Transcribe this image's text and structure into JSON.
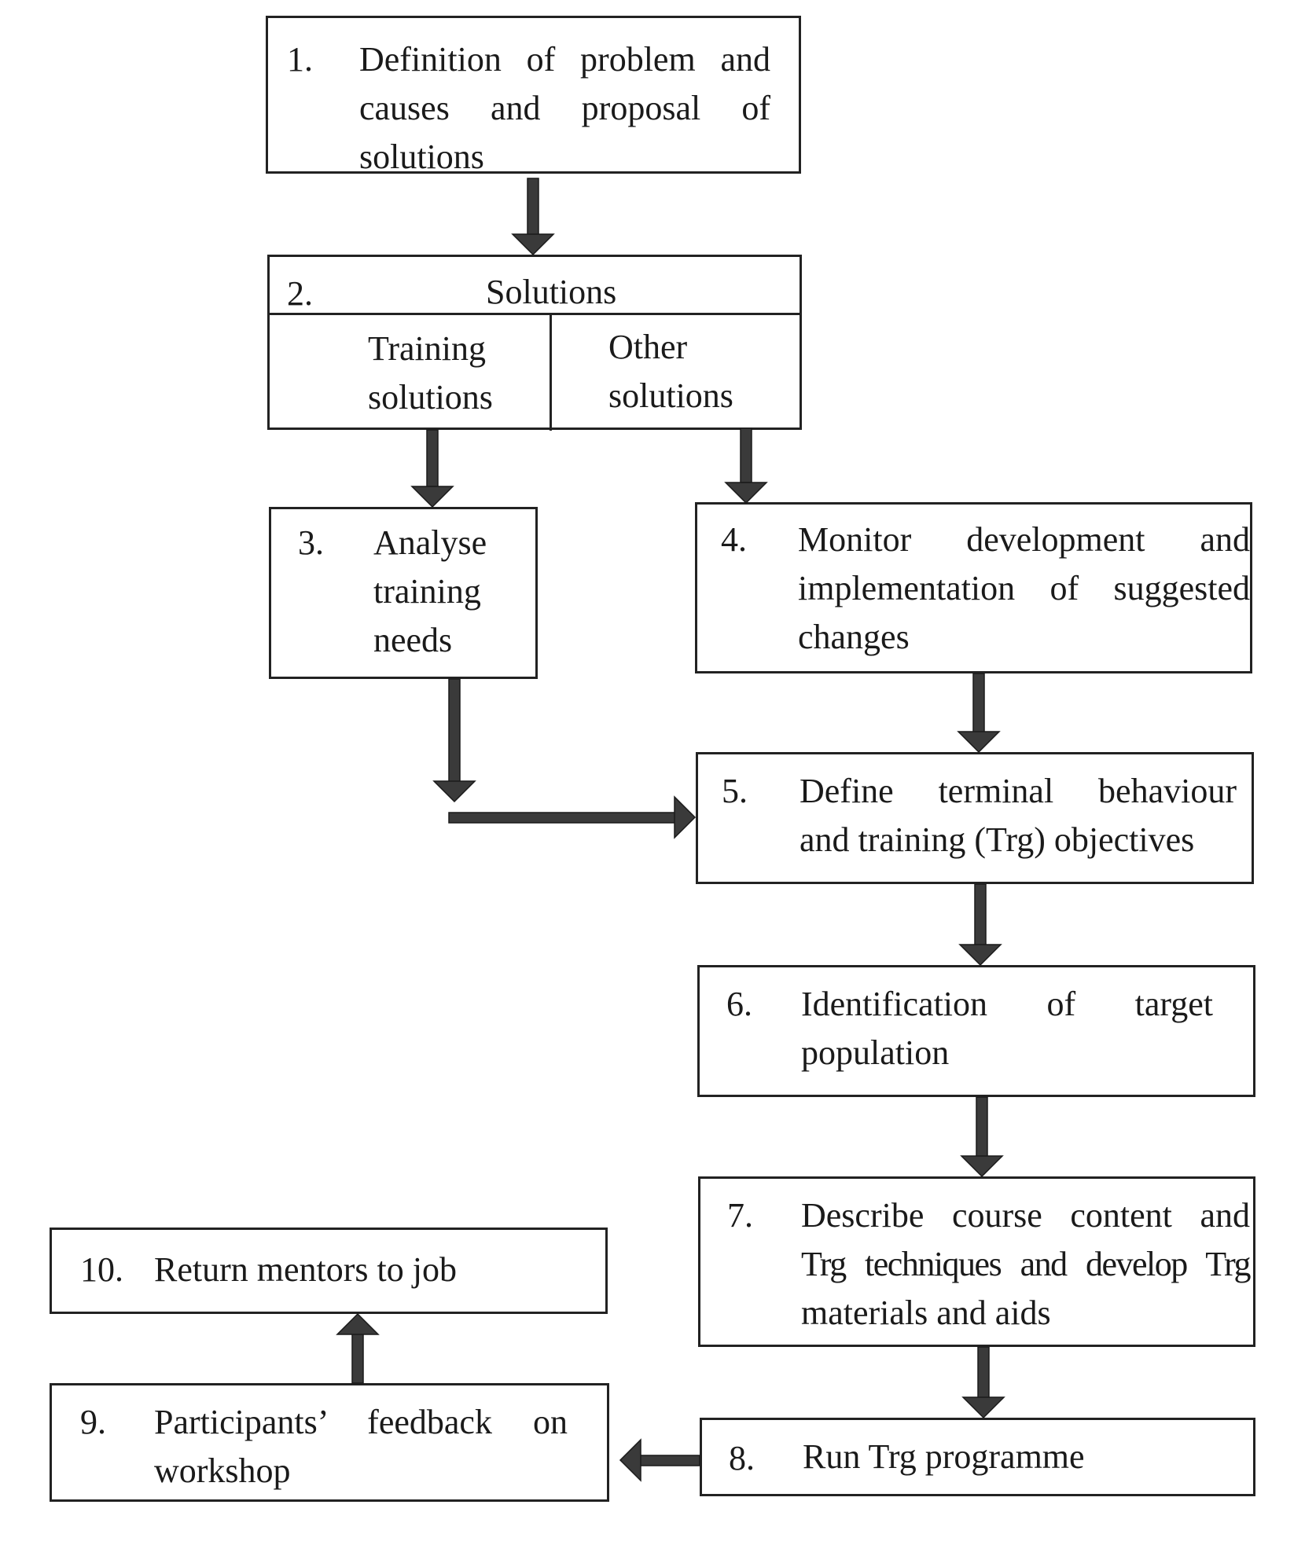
{
  "steps": {
    "s1": {
      "num": "1.",
      "lines": [
        "Definition of problem and",
        "causes and proposal of",
        "solutions"
      ]
    },
    "s2": {
      "num": "2.",
      "title": "Solutions",
      "left": [
        "Training",
        "solutions"
      ],
      "right": [
        "Other",
        "solutions"
      ]
    },
    "s3": {
      "num": "3.",
      "lines": [
        "Analyse",
        "training",
        "needs"
      ]
    },
    "s4": {
      "num": "4.",
      "lines": [
        "Monitor development and",
        "implementation of suggested",
        "changes"
      ]
    },
    "s5": {
      "num": "5.",
      "lines": [
        "Define terminal behaviour",
        "and training (Trg) objectives"
      ]
    },
    "s6": {
      "num": "6.",
      "lines": [
        "Identification of target",
        "population"
      ]
    },
    "s7": {
      "num": "7.",
      "lines": [
        "Describe course content and",
        "Trg techniques and develop Trg",
        "materials and aids"
      ]
    },
    "s8": {
      "num": "8.",
      "lines": [
        "Run Trg programme"
      ]
    },
    "s9": {
      "num": "9.",
      "lines": [
        "Participants’ feedback on",
        "workshop"
      ]
    },
    "s10": {
      "num": "10.",
      "lines": [
        "Return mentors to job"
      ]
    }
  }
}
